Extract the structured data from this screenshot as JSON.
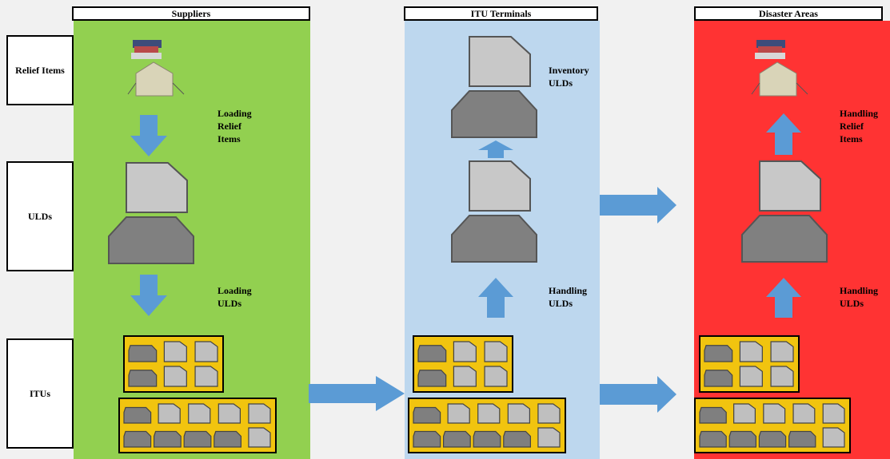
{
  "columns": [
    {
      "title": "Suppliers",
      "color": "#92d050"
    },
    {
      "title": "ITU Terminals",
      "color": "#bdd7ee"
    },
    {
      "title": "Disaster Areas",
      "color": "#ff3333"
    }
  ],
  "rows": [
    {
      "label": "Relief Items"
    },
    {
      "label": "ULDs"
    },
    {
      "label": "ITUs"
    }
  ],
  "notes": {
    "supplier_loading_relief": "Loading\nRelief\nItems",
    "supplier_loading_ulds": "Loading\nULDs",
    "terminal_inventory": "Inventory\nULDs",
    "terminal_handling_ulds": "Handling\nULDs",
    "disaster_handling_relief": "Handling\nRelief\nItems",
    "disaster_handling_ulds": "Handling\nULDs"
  },
  "colors": {
    "arrow": "#5b9bd5",
    "itu_fill": "#f1c40f",
    "uld_dark": "#7f7f7f",
    "uld_light": "#bfbfbf"
  }
}
